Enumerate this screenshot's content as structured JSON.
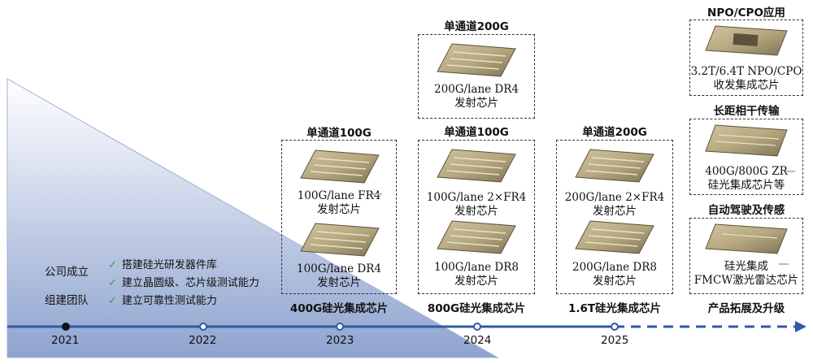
{
  "founding": {
    "line1": "公司成立",
    "line2": "组建团队"
  },
  "milestones_2022": [
    "搭建硅光研发器件库",
    "建立晶圆级、芯片级测试能力",
    "建立可靠性测试能力"
  ],
  "timeline": {
    "years": [
      "2021",
      "2022",
      "2023",
      "2024",
      "2025"
    ],
    "line_color": "#2f5aa6"
  },
  "group_2023": {
    "header": "单通道100G",
    "chip1": {
      "line1": "100G/lane FR4",
      "line2": "发射芯片"
    },
    "chip2": {
      "line1": "100G/lane DR4",
      "line2": "发射芯片"
    },
    "footer": "400G硅光集成芯片"
  },
  "group_2024": {
    "top_header": "单通道200G",
    "top_chip": {
      "line1": "200G/lane DR4",
      "line2": "发射芯片"
    },
    "header": "单通道100G",
    "chip1": {
      "line1": "100G/lane 2×FR4",
      "line2": "发射芯片"
    },
    "chip2": {
      "line1": "100G/lane DR8",
      "line2": "发射芯片"
    },
    "footer": "800G硅光集成芯片"
  },
  "group_2025": {
    "header": "单通道200G",
    "chip1": {
      "line1": "200G/lane 2×FR4",
      "line2": "发射芯片"
    },
    "chip2": {
      "line1": "200G/lane DR8",
      "line2": "发射芯片"
    },
    "footer": "1.6T硅光集成芯片"
  },
  "future": {
    "head1": "NPO/CPO应用",
    "item1": {
      "line1": "3.2T/6.4T NPO/CPO",
      "line2": "收发集成芯片"
    },
    "head2": "长距相干传输",
    "item2": {
      "line1": "400G/800G ZR",
      "line2": "硅光集成芯片等"
    },
    "head3": "自动驾驶及传感",
    "item3": {
      "line1": "硅光集成",
      "line2": "FMCW激光雷达芯片"
    },
    "footer": "产品拓展及升级"
  }
}
